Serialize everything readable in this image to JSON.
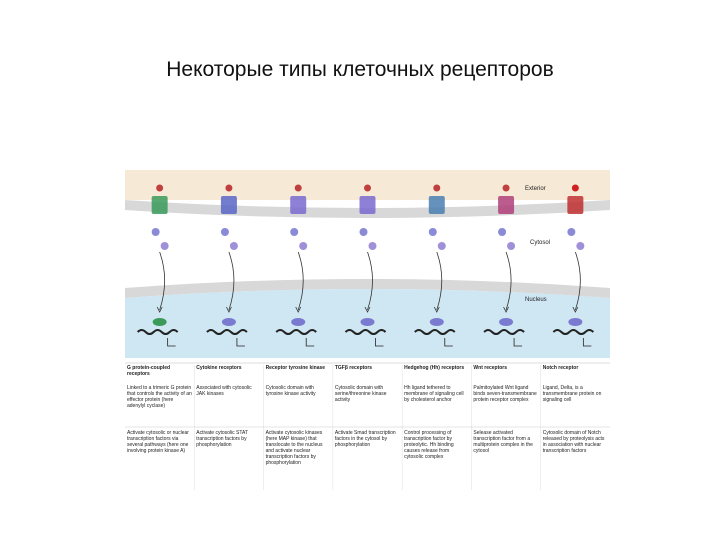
{
  "slide": {
    "title": "Некоторые типы клеточных рецепторов"
  },
  "figure": {
    "regions": {
      "exterior": "Exterior",
      "cytosol": "Cytosol",
      "nucleus": "Nucleus"
    },
    "colors": {
      "exterior": "#f6ead6",
      "cytosol": "#ffffff",
      "nucleus": "#cfe6f3",
      "membrane": "#d8d8d8"
    },
    "columns": [
      {
        "header": "G protein-coupled receptors",
        "description": "Linked to a trimeric G protein that controls the activity of an effector protein (here adenylyl cyclase)",
        "activation": "Activate cytosolic or nuclear transcription factors via several pathways (here one involving protein kinase A)"
      },
      {
        "header": "Cytokine receptors",
        "description": "Associated with cytosolic JAK kinases",
        "activation": "Activate cytosolic STAT transcription factors by phosphorylation"
      },
      {
        "header": "Receptor tyrosine kinase",
        "description": "Cytosolic domain with tyrosine kinase activity",
        "activation": "Activate cytosolic kinases (here MAP kinase) that translocate to the nucleus and activate nuclear transcription factors by phosphorylation"
      },
      {
        "header": "TGFβ receptors",
        "description": "Cytosolic domain with serine/threonine kinase activity",
        "activation": "Activate Smad transcription factors in the cytosol by phosphorylation"
      },
      {
        "header": "Hedgehog (Hh) receptors",
        "description": "Hh ligand tethered to membrane of signaling cell by cholesterol anchor",
        "activation": "Control processing of transcription factor by proteolytic. Hh binding causes release from cytosolic complex"
      },
      {
        "header": "Wnt receptors",
        "description": "Palmitoylated Wnt ligand binds seven-transmembrane protein receptor complex",
        "activation": "Selease activated transcription factor from a multiprotein complex in the cytosol"
      },
      {
        "header": "Notch receptor",
        "description": "Ligand, Delta, is a transmembrane protein on signaling cell",
        "activation": "Cytosolic domain of Notch released by proteolysis acts in association with nuclear transcription factors"
      }
    ]
  }
}
